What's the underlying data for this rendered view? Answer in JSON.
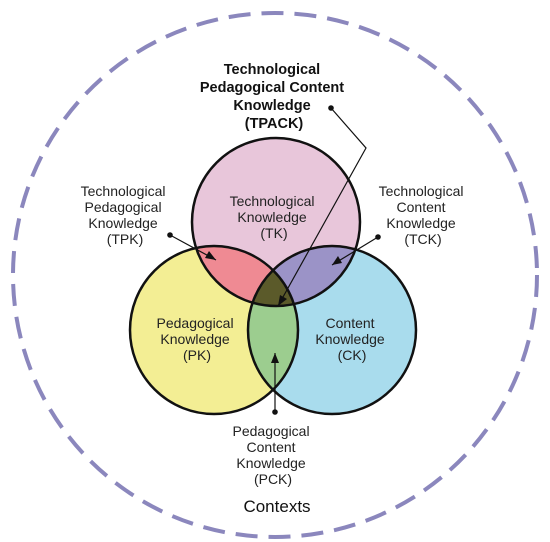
{
  "diagram": {
    "contexts": "Contexts",
    "tk": {
      "line1": "Technological",
      "line2": "Knowledge",
      "line3": "(TK)"
    },
    "pk": {
      "line1": "Pedagogical",
      "line2": "Knowledge",
      "line3": "(PK)"
    },
    "ck": {
      "line1": "Content",
      "line2": "Knowledge",
      "line3": "(CK)"
    },
    "tpk": {
      "line1": "Technological",
      "line2": "Pedagogical",
      "line3": "Knowledge",
      "line4": "(TPK)"
    },
    "tck": {
      "line1": "Technological",
      "line2": "Content",
      "line3": "Knowledge",
      "line4": "(TCK)"
    },
    "pck": {
      "line1": "Pedagogical",
      "line2": "Content",
      "line3": "Knowledge",
      "line4": "(PCK)"
    },
    "tpack": {
      "line1": "Technological",
      "line2": "Pedagogical Content",
      "line3": "Knowledge",
      "line4": "(TPACK)"
    }
  },
  "colors": {
    "tk": "#e8c6da",
    "pk": "#f3ee94",
    "ck": "#a9dced",
    "tpk": "#ef8a93",
    "tck": "#9b93c7",
    "pck": "#9ccd8f",
    "tpack": "#5b5a2a",
    "contexts_ring": "#8b87bd"
  }
}
